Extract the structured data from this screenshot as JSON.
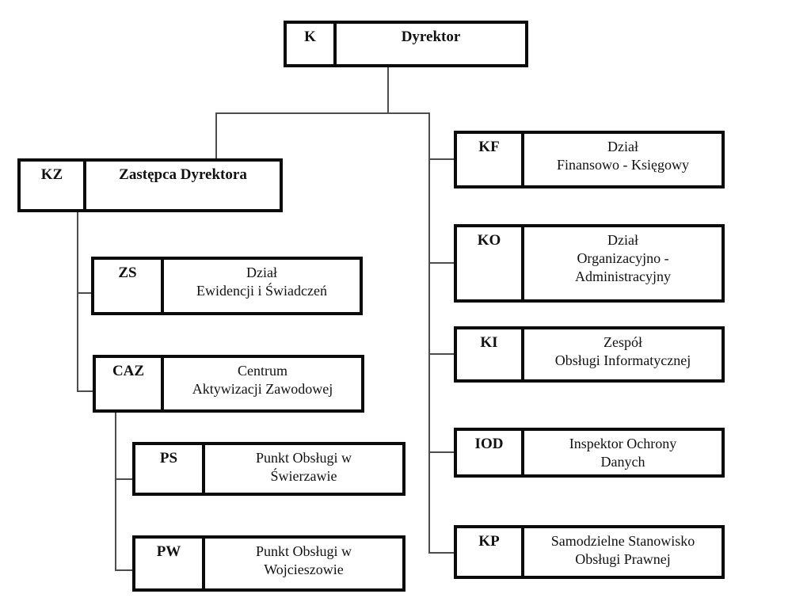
{
  "diagram": {
    "type": "org-chart",
    "colors": {
      "box_border": "#0b0b0b",
      "connector_line": "#4d4d4d",
      "background": "#ffffff",
      "text": "#111111"
    }
  },
  "nodes": {
    "k": {
      "code": "K",
      "label": "Dyrektor",
      "parent": null
    },
    "kz": {
      "code": "KZ",
      "label": "Zastępca Dyrektora",
      "parent": "K"
    },
    "zs": {
      "code": "ZS",
      "label": "Dział\nEwidencji i Świadczeń",
      "parent": "KZ"
    },
    "caz": {
      "code": "CAZ",
      "label": "Centrum\nAktywizacji Zawodowej",
      "parent": "KZ"
    },
    "ps": {
      "code": "PS",
      "label": "Punkt Obsługi w\nŚwierzawie",
      "parent": "CAZ"
    },
    "pw": {
      "code": "PW",
      "label": "Punkt Obsługi w\nWojcieszowie",
      "parent": "CAZ"
    },
    "kf": {
      "code": "KF",
      "label": "Dział\nFinansowo - Księgowy",
      "parent": "K"
    },
    "ko": {
      "code": "KO",
      "label": "Dział\nOrganizacyjno -\nAdministracyjny",
      "parent": "K"
    },
    "ki": {
      "code": "KI",
      "label": "Zespół\nObsługi Informatycznej",
      "parent": "K"
    },
    "iod": {
      "code": "IOD",
      "label": "Inspektor Ochrony\nDanych",
      "parent": "K"
    },
    "kp": {
      "code": "KP",
      "label": "Samodzielne Stanowisko\nObsługi Prawnej",
      "parent": "K"
    }
  }
}
